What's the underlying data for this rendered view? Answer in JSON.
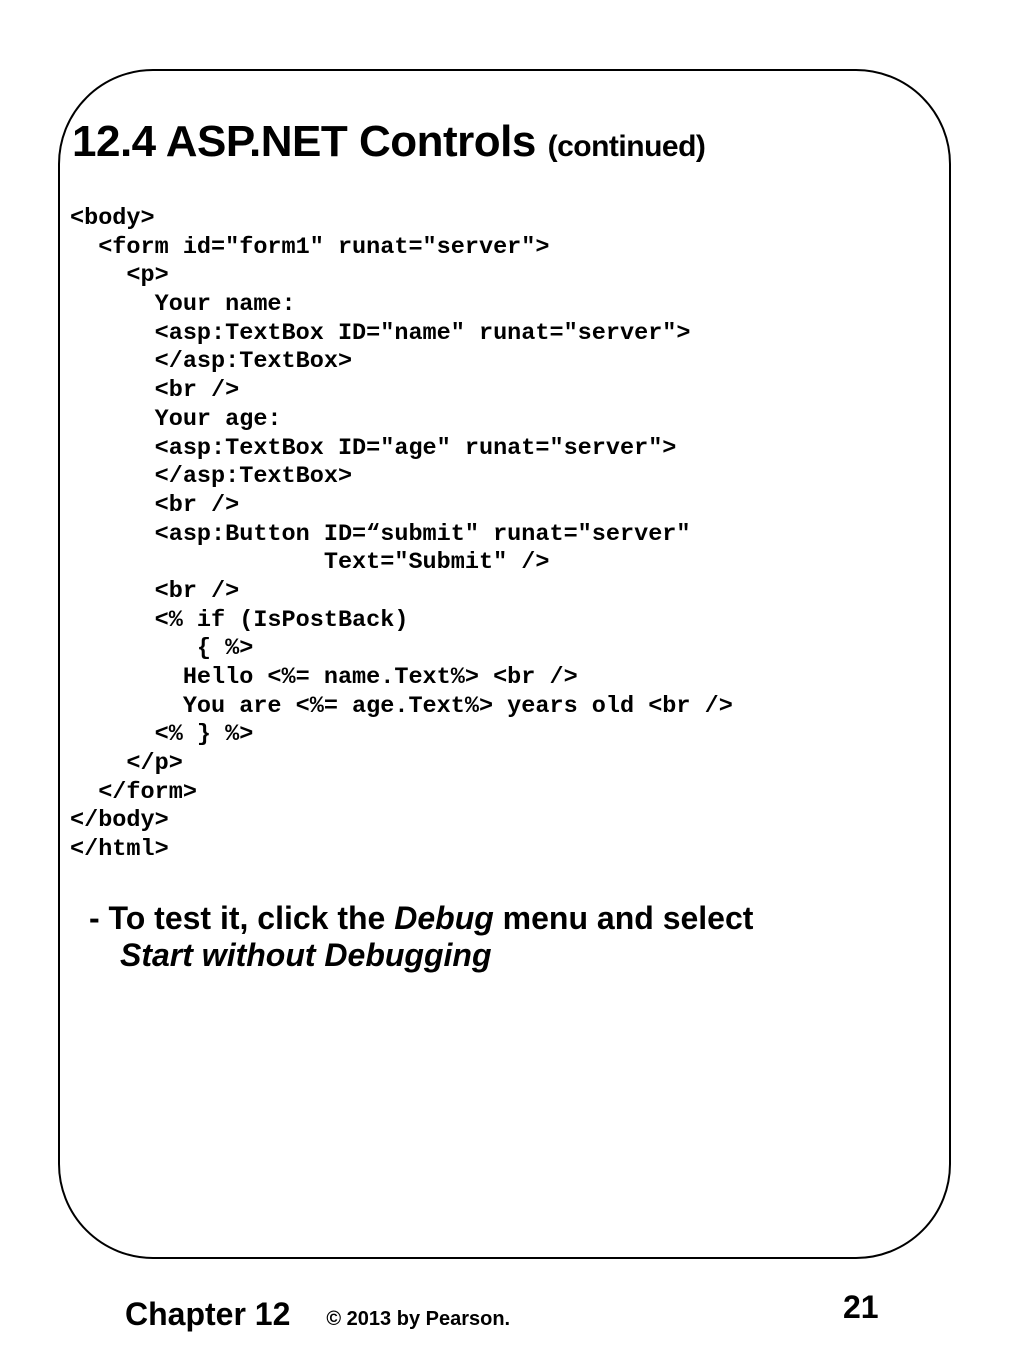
{
  "title": {
    "main": "12.4 ASP.NET Controls",
    "sub": "(continued)"
  },
  "code_lines": [
    "<body>",
    "  <form id=\"form1\" runat=\"server\">",
    "    <p>",
    "      Your name:",
    "      <asp:TextBox ID=\"name\" runat=\"server\">",
    "      </asp:TextBox>",
    "      <br />",
    "      Your age:",
    "      <asp:TextBox ID=\"age\" runat=\"server\">",
    "      </asp:TextBox>",
    "      <br />",
    "      <asp:Button ID=“submit\" runat=\"server\"",
    "                  Text=\"Submit\" />",
    "      <br />",
    "      <% if (IsPostBack)",
    "         { %>",
    "        Hello <%= name.Text%> <br />",
    "        You are <%= age.Text%> years old <br />",
    "      <% } %>",
    "    </p>",
    "  </form>",
    "</body>",
    "</html>"
  ],
  "note": {
    "prefix": "- To test it, click the ",
    "emphasis1": "Debug",
    "middle": " menu and select",
    "emphasis2": "Start without Debugging"
  },
  "footer": {
    "chapter": "Chapter 12",
    "copyright": "© 2013 by Pearson.",
    "page_number": "21"
  }
}
